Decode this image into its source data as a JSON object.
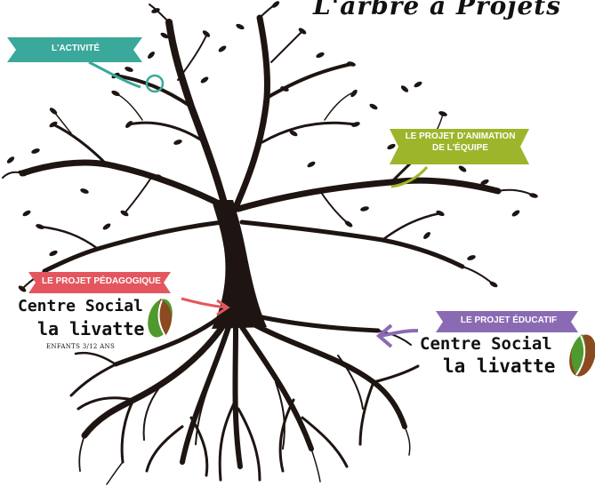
{
  "title": "L'arbre à Projets",
  "labels": {
    "activite": "L'ACTIVITÉ",
    "animation_line1": "LE PROJET D'ANIMATION",
    "animation_line2": "DE L'ÉQUIPE",
    "pedagogique": "LE PROJET PÉDAGOGIQUE",
    "educatif": "LE PROJET ÉDUCATIF"
  },
  "logo_left": {
    "line1": "Centre Social",
    "line2": "la livatte",
    "subtitle": "ENFANTS 3/12 ANS"
  },
  "logo_right": {
    "line1": "Centre Social",
    "line2": "la livatte"
  },
  "colors": {
    "activite": "#3aa89a",
    "animation": "#9cb52a",
    "pedagogique": "#e4565d",
    "educatif": "#8a6bb3",
    "tree": "#1e1512",
    "logo_green": "#4f9a2e",
    "logo_brown": "#8b4a1f"
  }
}
